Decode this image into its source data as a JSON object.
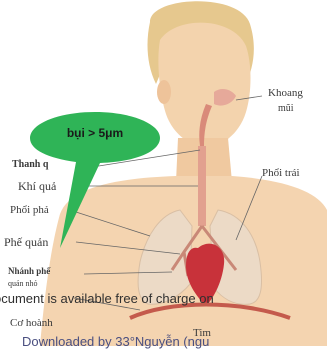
{
  "callout": {
    "text": "bụi > 5μm",
    "color": "#2fb457"
  },
  "labels": {
    "khoang_mui_1": "Khoang",
    "khoang_mui_2": "mũi",
    "phoi_trai": "Phổi trái",
    "thanh_quan": "Thanh q",
    "khi_quan": "Khí quả",
    "phoi_phai": "Phổi phả",
    "phe_quan": "Phế quản",
    "nhanh_phe_1": "Nhánh phế",
    "nhanh_phe_2": "quản nhỏ",
    "co_hoanh": "Cơ hoành",
    "tim": "Tim"
  },
  "watermark": {
    "line1": "ocument is available free of charge on",
    "line2": "Downloaded by 33°Nguyễn (ngu"
  },
  "colors": {
    "skin": "#f2cfa6",
    "hair": "#e8c78a",
    "lung": "#ecd9c4",
    "heart": "#c8323a",
    "airway": "#d98a7a"
  }
}
